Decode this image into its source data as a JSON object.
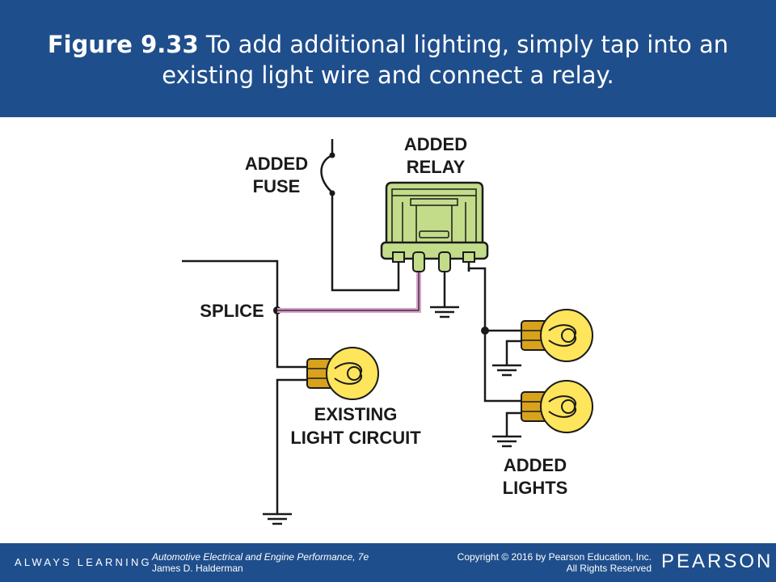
{
  "header": {
    "figure_label": "Figure 9.33",
    "caption": "To add additional lighting, simply tap into an existing light wire and connect a relay."
  },
  "diagram": {
    "labels": {
      "added_fuse": [
        "ADDED",
        "FUSE"
      ],
      "added_relay": [
        "ADDED",
        "RELAY"
      ],
      "splice": "SPLICE",
      "existing_circuit": [
        "EXISTING",
        "LIGHT CIRCUIT"
      ],
      "added_lights": [
        "ADDED",
        "LIGHTS"
      ]
    },
    "colors": {
      "wire": "#1a1a1a",
      "tap_wire": "#d8a0c8",
      "relay_body": "#c3dc8a",
      "bulb_glass": "#ffe55c",
      "bulb_base": "#d9a21c"
    }
  },
  "footer": {
    "brand_left": "ALWAYS LEARNING",
    "book_title": "Automotive Electrical and Engine Performance, 7e",
    "author": "James D. Halderman",
    "copyright": "Copyright © 2016 by Pearson Education, Inc.",
    "rights": "All Rights Reserved",
    "brand_right": "PEARSON"
  }
}
